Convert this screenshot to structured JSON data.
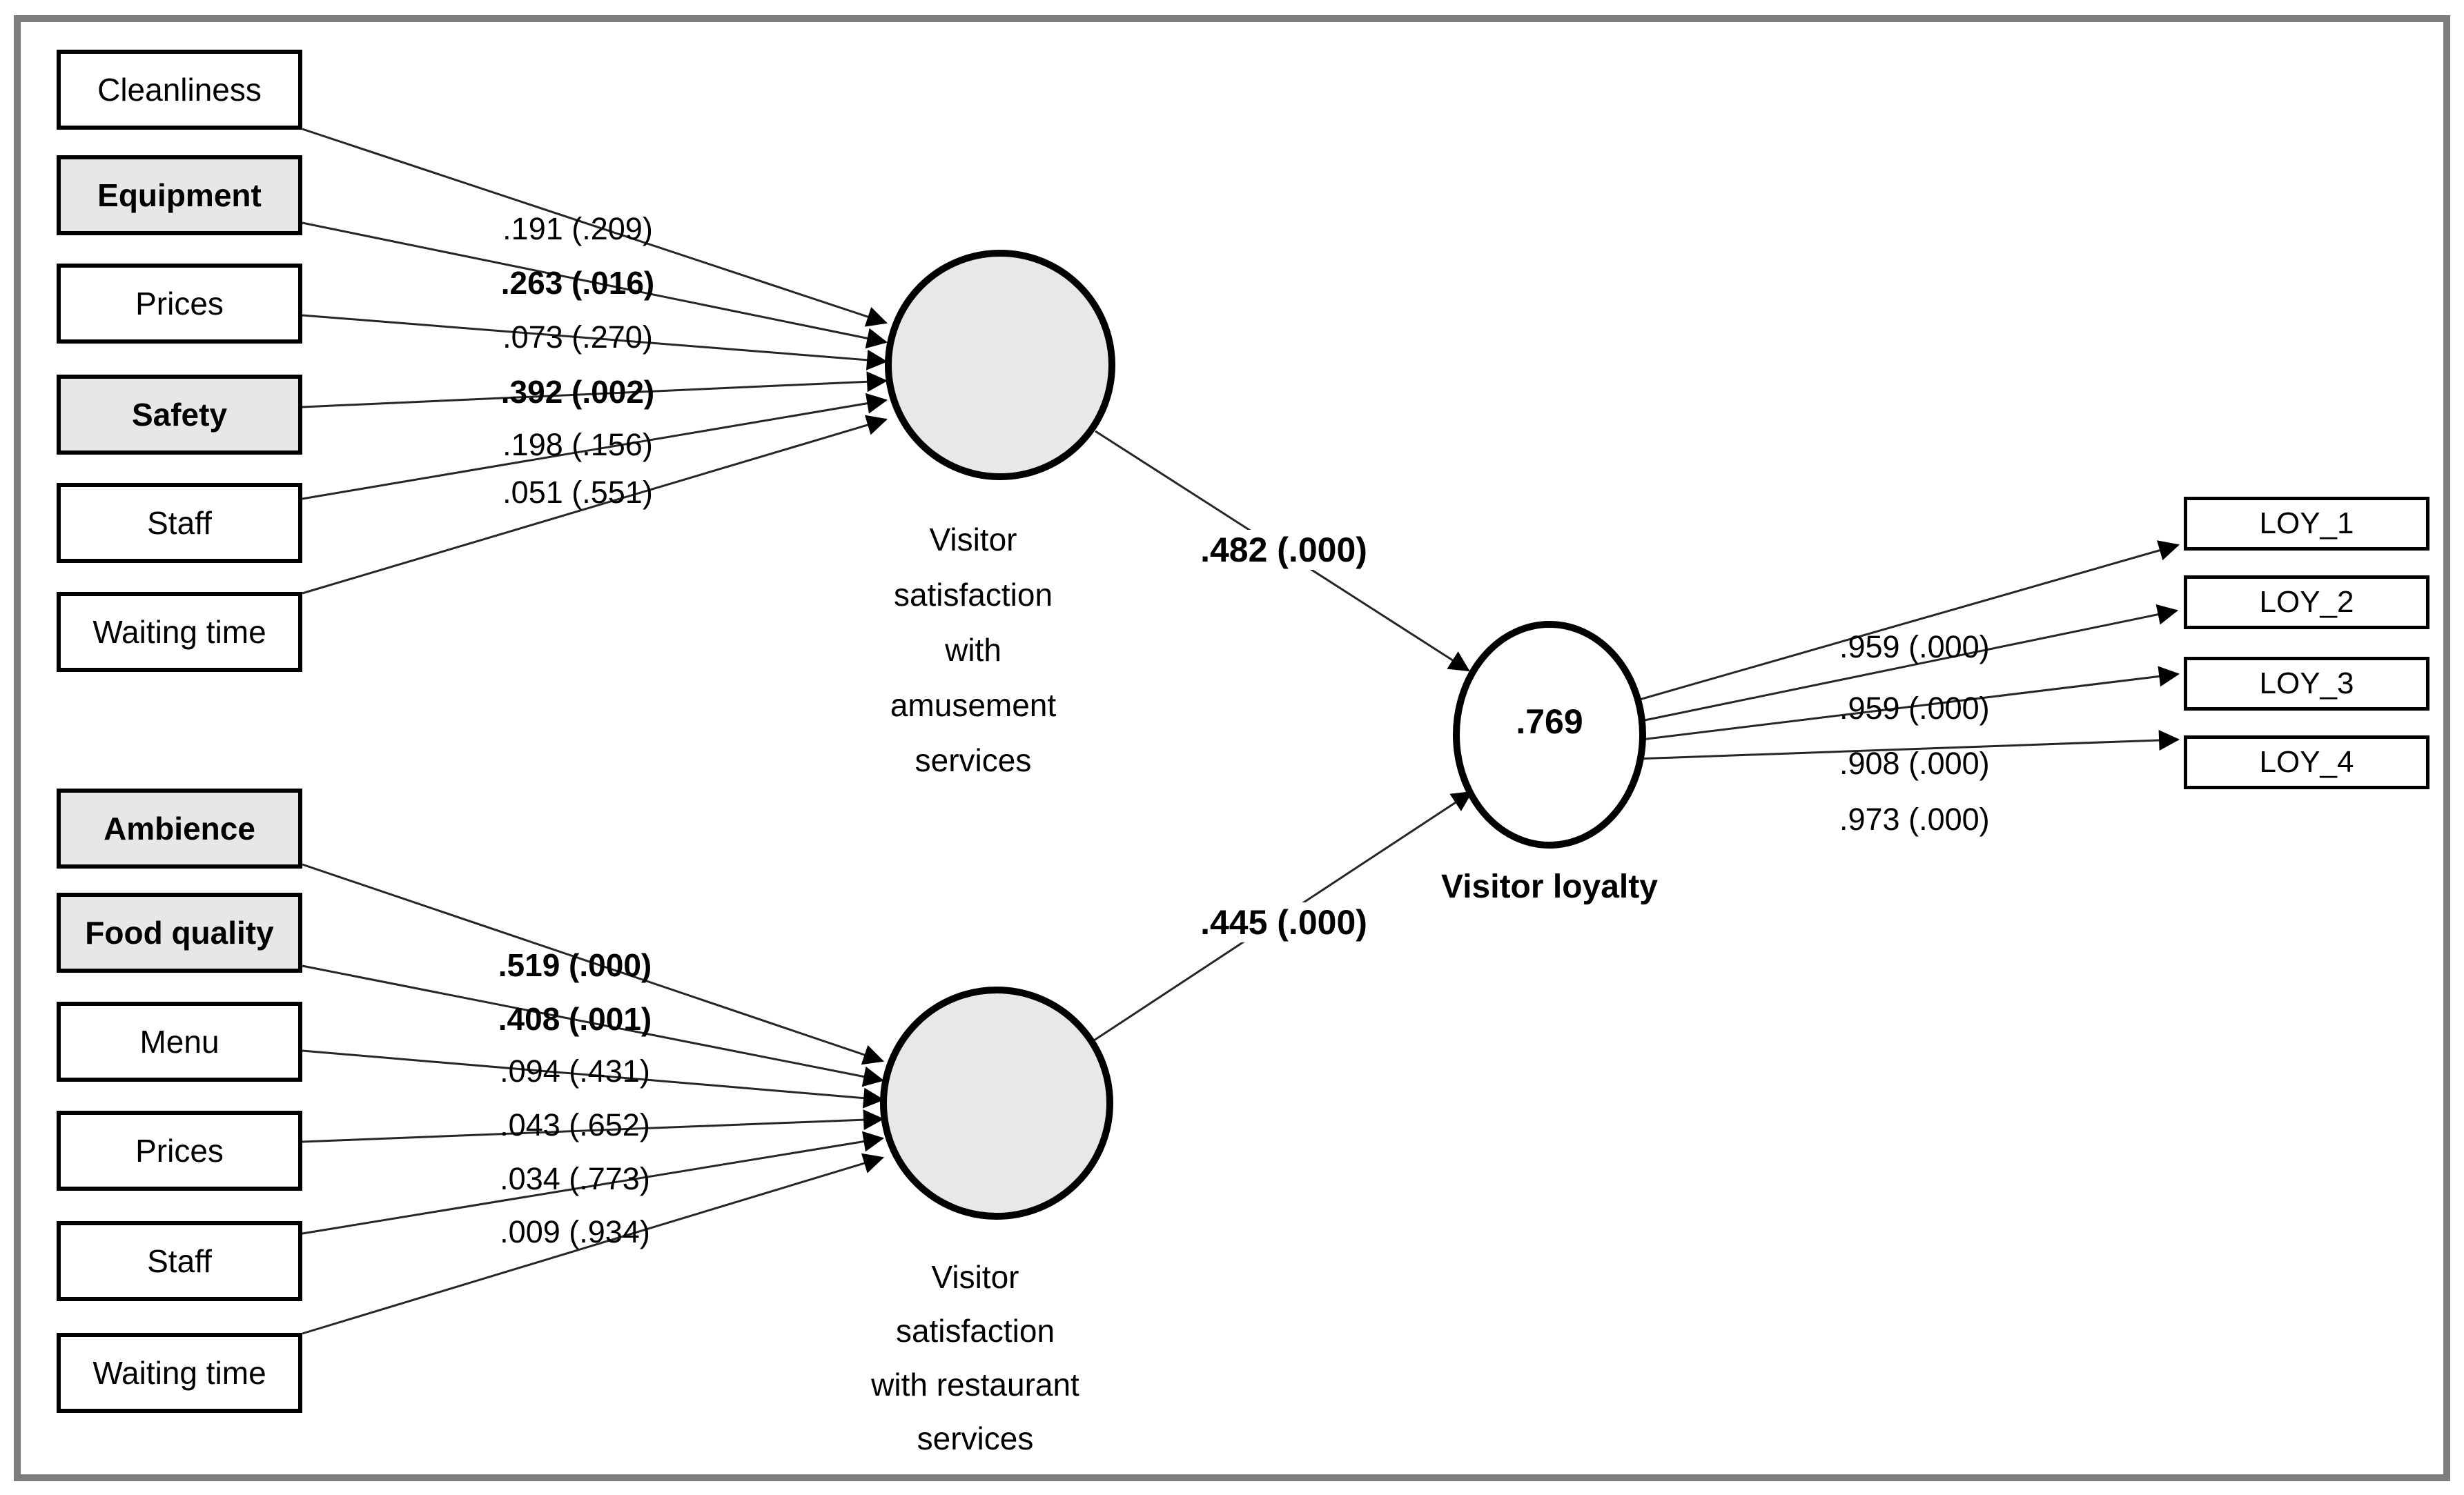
{
  "colors": {
    "latent_fill": "#e8e8e8",
    "loyalty_fill": "#ffffff",
    "highlight_box": "#e7e7e7",
    "frame": "#7d7d7d",
    "line": "#262626"
  },
  "model": {
    "amusement": {
      "name": "Visitor\nsatisfaction\nwith\namusement\nservices",
      "indicators": [
        {
          "label": "Cleanliness",
          "loading": ".191 (.209)"
        },
        {
          "label": "Equipment",
          "loading": ".263 (.016)"
        },
        {
          "label": "Prices",
          "loading": ".073 (.270)"
        },
        {
          "label": "Safety",
          "loading": ".392 (.002)"
        },
        {
          "label": "Staff",
          "loading": ".198 (.156)"
        },
        {
          "label": "Waiting time",
          "loading": ".051 (.551)"
        }
      ],
      "path_coefficient": ".482 (.000)"
    },
    "restaurant": {
      "name": "Visitor\nsatisfaction\nwith restaurant\nservices",
      "indicators": [
        {
          "label": "Ambience",
          "loading": ".519 (.000)"
        },
        {
          "label": "Food quality",
          "loading": ".408 (.001)"
        },
        {
          "label": "Menu",
          "loading": ".094 (.431)"
        },
        {
          "label": "Prices",
          "loading": ".043 (.652)"
        },
        {
          "label": "Staff",
          "loading": ".034 (.773)"
        },
        {
          "label": "Waiting time",
          "loading": ".009 (.934)"
        }
      ],
      "path_coefficient": ".445 (.000)"
    },
    "loyalty": {
      "name": "Visitor loyalty",
      "r_squared": ".769",
      "indicators": [
        {
          "label": "LOY_1",
          "loading": ".959 (.000)"
        },
        {
          "label": "LOY_2",
          "loading": ".959 (.000)"
        },
        {
          "label": "LOY_3",
          "loading": ".908 (.000)"
        },
        {
          "label": "LOY_4",
          "loading": ".973 (.000)"
        }
      ]
    }
  }
}
